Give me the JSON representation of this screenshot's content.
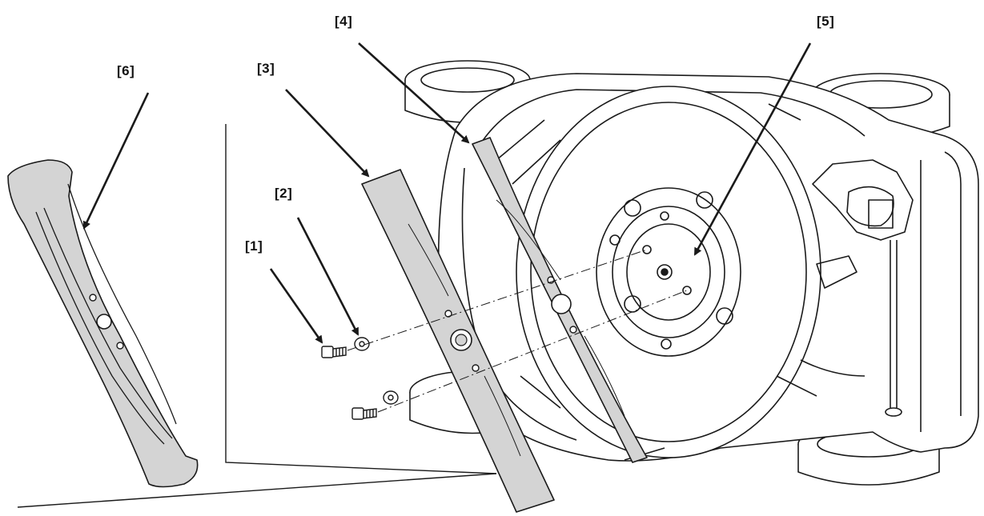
{
  "callouts": {
    "c1": "[1]",
    "c2": "[2]",
    "c3": "[3]",
    "c4": "[4]",
    "c5": "[5]",
    "c6": "[6]"
  },
  "colors": {
    "line": "#1a1a1a",
    "blade_fill": "#d4d4d4",
    "deck_fill": "#ffffff"
  }
}
